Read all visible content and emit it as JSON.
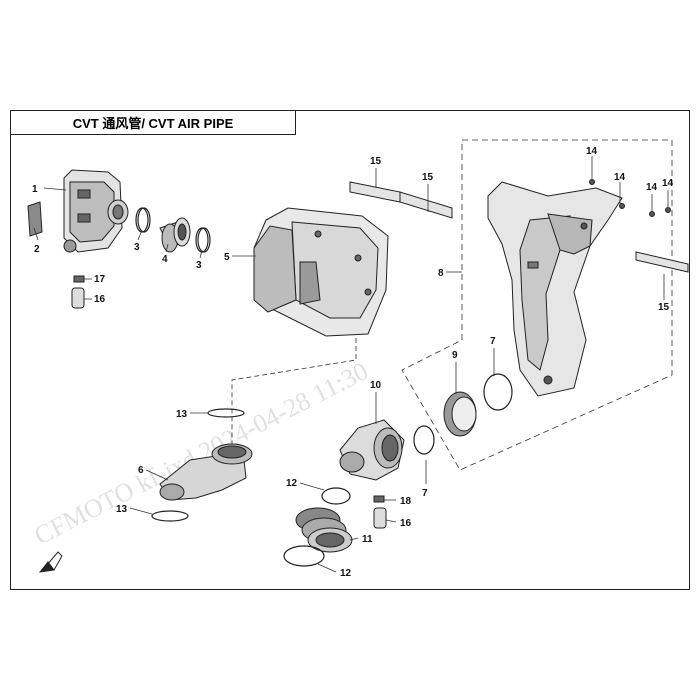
{
  "title": "CVT 通风管/ CVT AIR PIPE",
  "watermark": "CFMOTO kf-jxd 2024-04-28 11:30",
  "callouts": [
    "1",
    "2",
    "3",
    "4",
    "3",
    "5",
    "15",
    "15",
    "14",
    "14",
    "14",
    "14",
    "8",
    "15",
    "17",
    "16",
    "9",
    "7",
    "10",
    "13",
    "6",
    "7",
    "12",
    "18",
    "16",
    "13",
    "11",
    "12"
  ],
  "colors": {
    "line": "#222222",
    "part_fill": "#ececec",
    "part_dark": "#8a8a8a",
    "watermark": "#c9c9c9"
  }
}
